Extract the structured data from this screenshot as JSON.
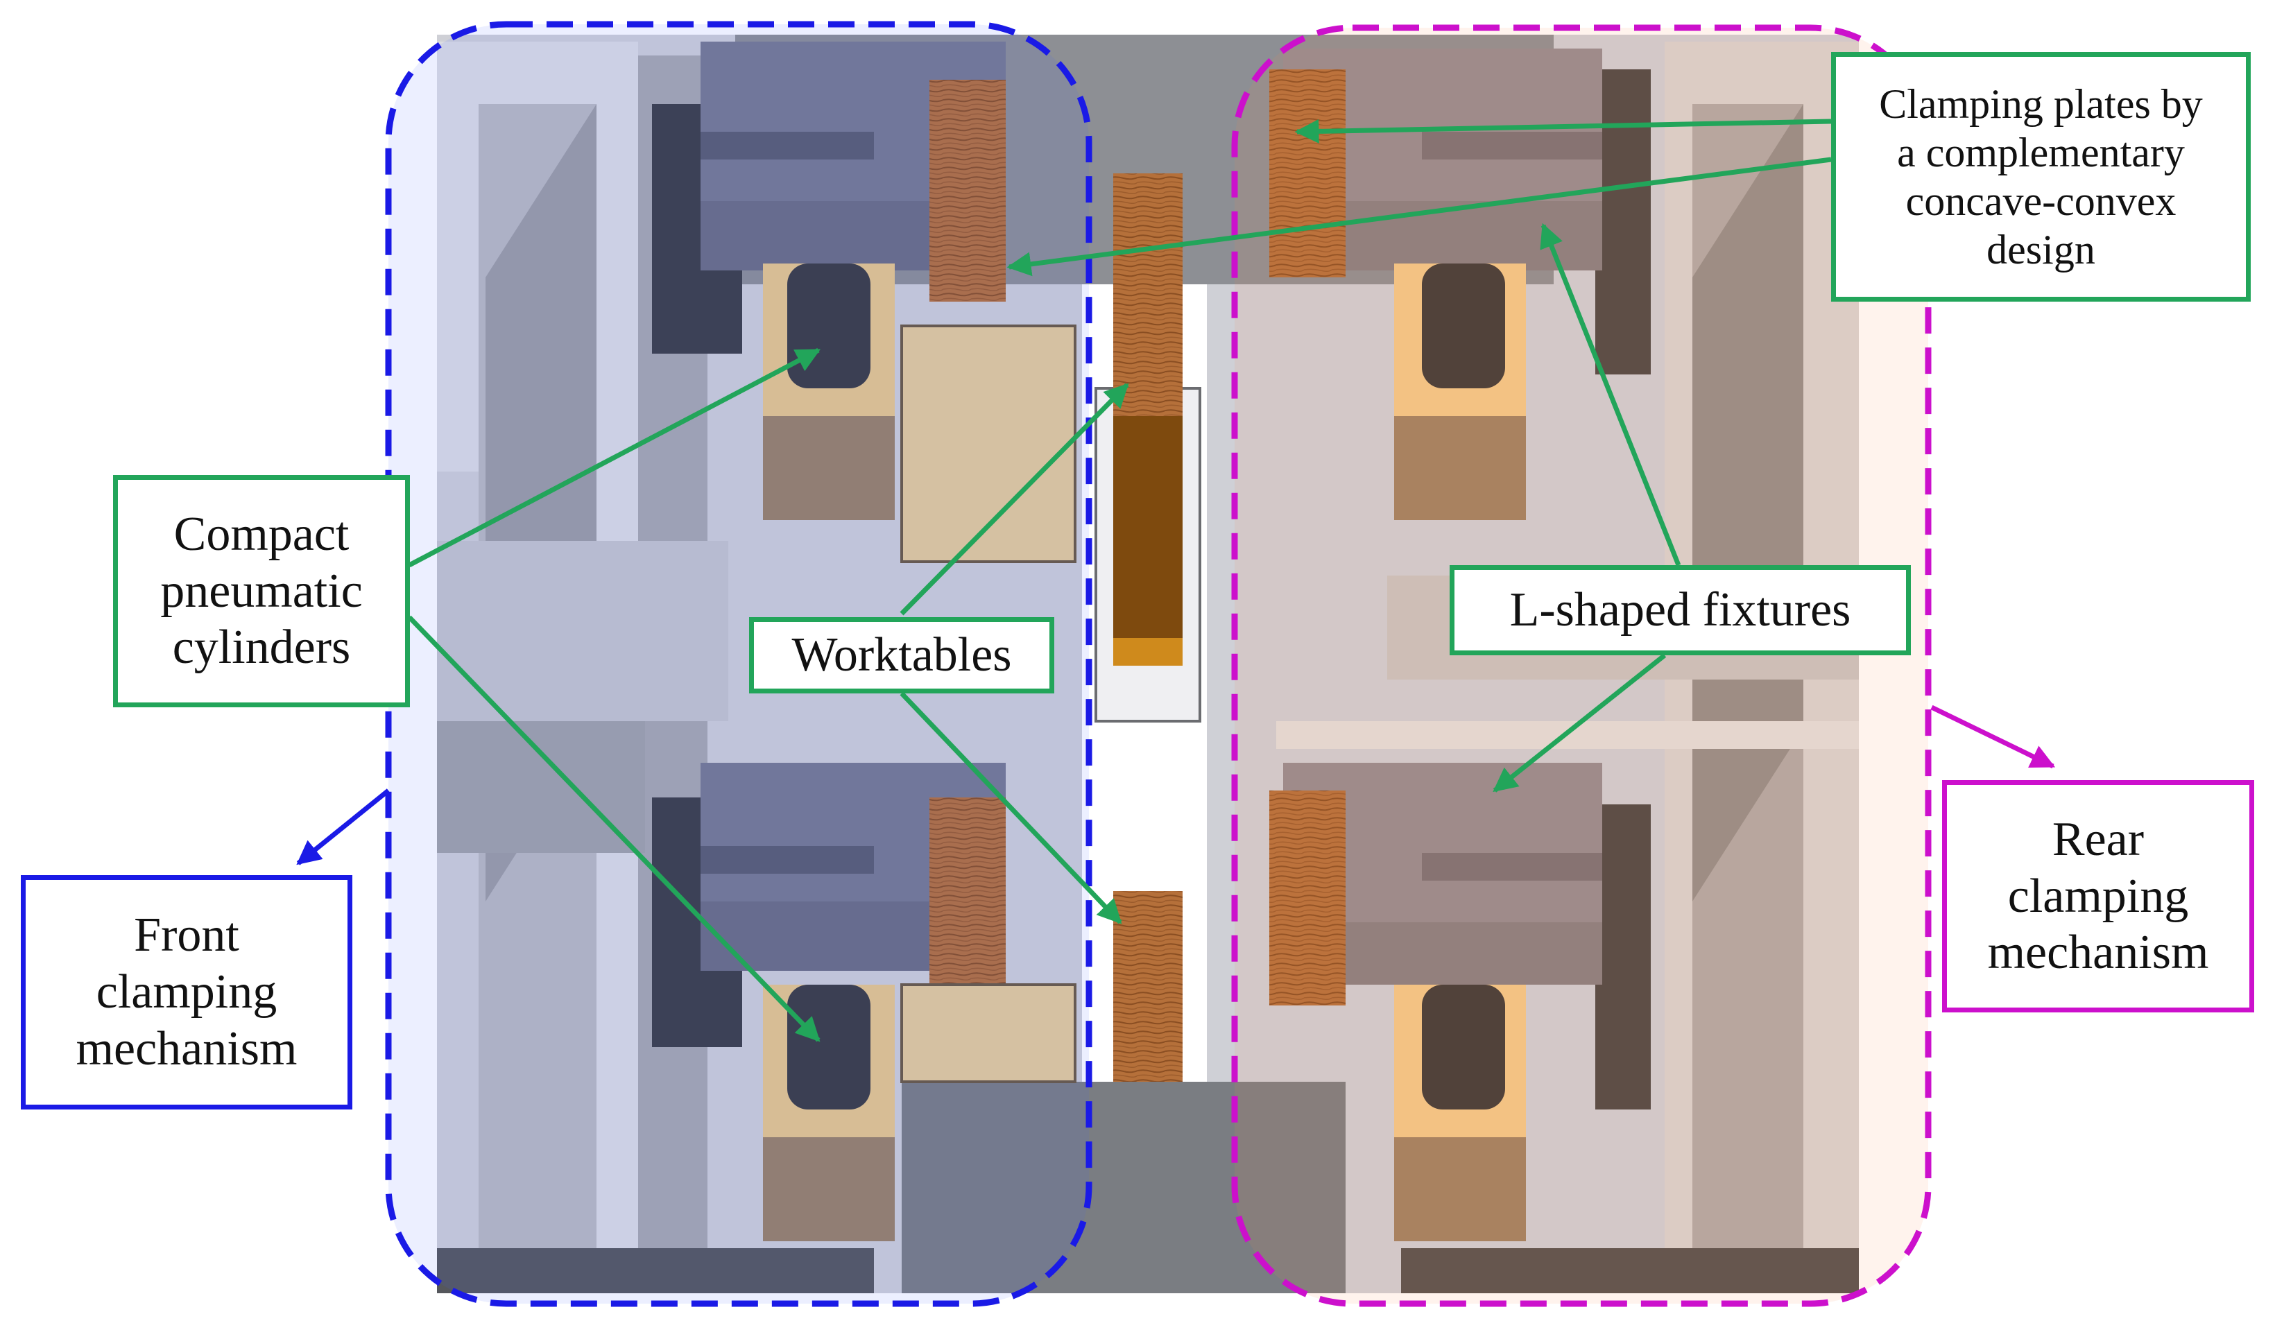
{
  "colors": {
    "front_region": "#1a1ae6",
    "rear_region": "#cc10cc",
    "callout": "#22a55a",
    "workpiece_wood": "#b5703a",
    "cylinder_block": "#f2c98a"
  },
  "labels": {
    "clamping_plates": [
      "Clamping plates by",
      "a complementary",
      "concave-convex",
      "design"
    ],
    "compact_cylinders": [
      "Compact",
      "pneumatic",
      "cylinders"
    ],
    "worktables": "Worktables",
    "l_shaped_fixtures": "L-shaped fixtures",
    "front_mechanism": [
      "Front",
      "clamping",
      "mechanism"
    ],
    "rear_mechanism": [
      "Rear",
      "clamping",
      "mechanism"
    ]
  }
}
